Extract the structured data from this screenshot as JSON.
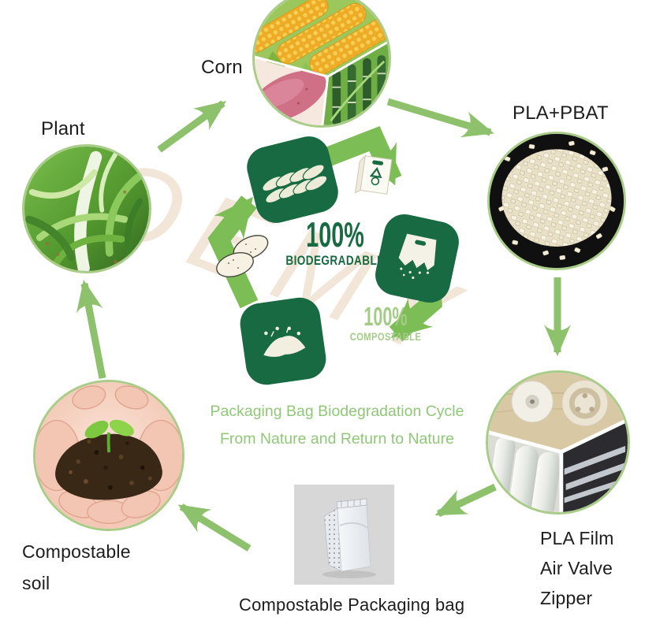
{
  "diagram": {
    "watermark": "OEMY",
    "caption": {
      "line1": "Packaging Bag Biodegradation Cycle",
      "line2": "From Nature and Return to Nature"
    },
    "emblem": {
      "badge_top_value": "100%",
      "badge_top_label": "BIODEGRADABLE",
      "badge_bottom_value": "100%",
      "badge_bottom_label": "COMPOSTABLE"
    },
    "nodes": {
      "plant": {
        "label": "Plant"
      },
      "corn": {
        "label": "Corn"
      },
      "pla_pbat": {
        "label": "PLA+PBAT"
      },
      "film": {
        "line1": "PLA Film",
        "line2": "Air Valve",
        "line3": "Zipper"
      },
      "bag": {
        "label": "Compostable Packaging bag"
      },
      "soil": {
        "line1": "Compostable",
        "line2": "soil"
      }
    },
    "colors": {
      "arrow_green": "#8dc16b",
      "emblem_dark_green": "#176a42",
      "emblem_light_green": "#7cbd55",
      "emblem_pale_green": "#a3cc86",
      "caption_green": "#8fc877",
      "circle_border": "#a9cd88",
      "label_text": "#1d1d1f",
      "watermark_beige": "#e9d6bd"
    }
  }
}
